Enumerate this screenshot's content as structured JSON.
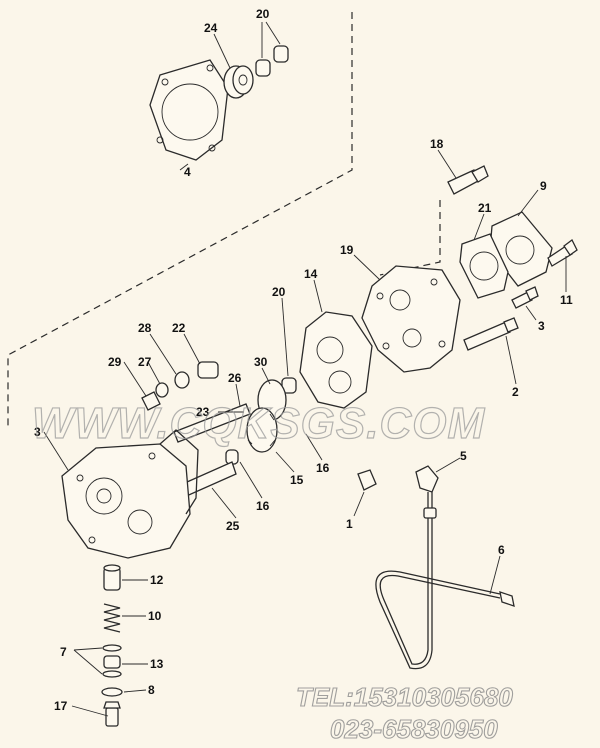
{
  "callouts": {
    "c1": "1",
    "c2": "2",
    "c3a": "3",
    "c3b": "3",
    "c4": "4",
    "c5": "5",
    "c6": "6",
    "c7": "7",
    "c8": "8",
    "c9": "9",
    "c10": "10",
    "c11": "11",
    "c12": "12",
    "c13": "13",
    "c14": "14",
    "c15": "15",
    "c16a": "16",
    "c16b": "16",
    "c17": "17",
    "c18": "18",
    "c19": "19",
    "c20a": "20",
    "c20b": "20",
    "c21": "21",
    "c22": "22",
    "c23": "23",
    "c24": "24",
    "c25": "25",
    "c26": "26",
    "c27": "27",
    "c28": "28",
    "c29": "29",
    "c30": "30"
  },
  "watermark": "WWW.CQKSGS.COM",
  "contact": {
    "tel": "TEL:15310305680",
    "phone2": "023-65830950"
  },
  "colors": {
    "background": "#fbf6ea",
    "ink": "#2b2b2b",
    "watermark": "#9a9a9a"
  }
}
